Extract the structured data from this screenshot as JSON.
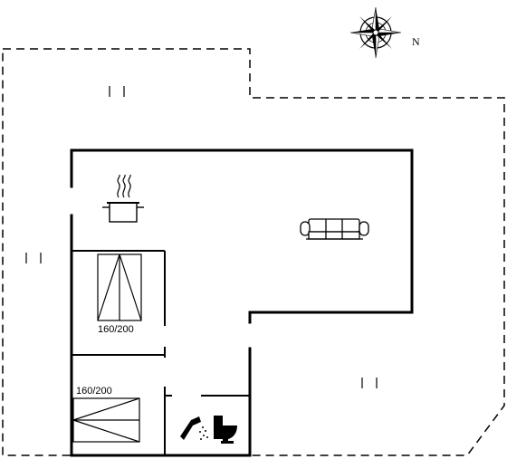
{
  "compass": {
    "north_label": "N",
    "icon": "compass-rose-icon"
  },
  "rooms": {
    "bedroom_1": {
      "bed_label": "160/200",
      "icon": "double-bed-icon"
    },
    "bedroom_2": {
      "bed_label": "160/200",
      "icon": "double-bed-icon"
    },
    "kitchen": {
      "icon": "cooking-pot-icon"
    },
    "living_room": {
      "icon": "sofa-icon"
    },
    "bathroom": {
      "icons": [
        "shower-icon",
        "toilet-icon"
      ]
    }
  },
  "terrace_markers": [
    "window-marker-icon",
    "window-marker-icon",
    "window-marker-icon"
  ]
}
